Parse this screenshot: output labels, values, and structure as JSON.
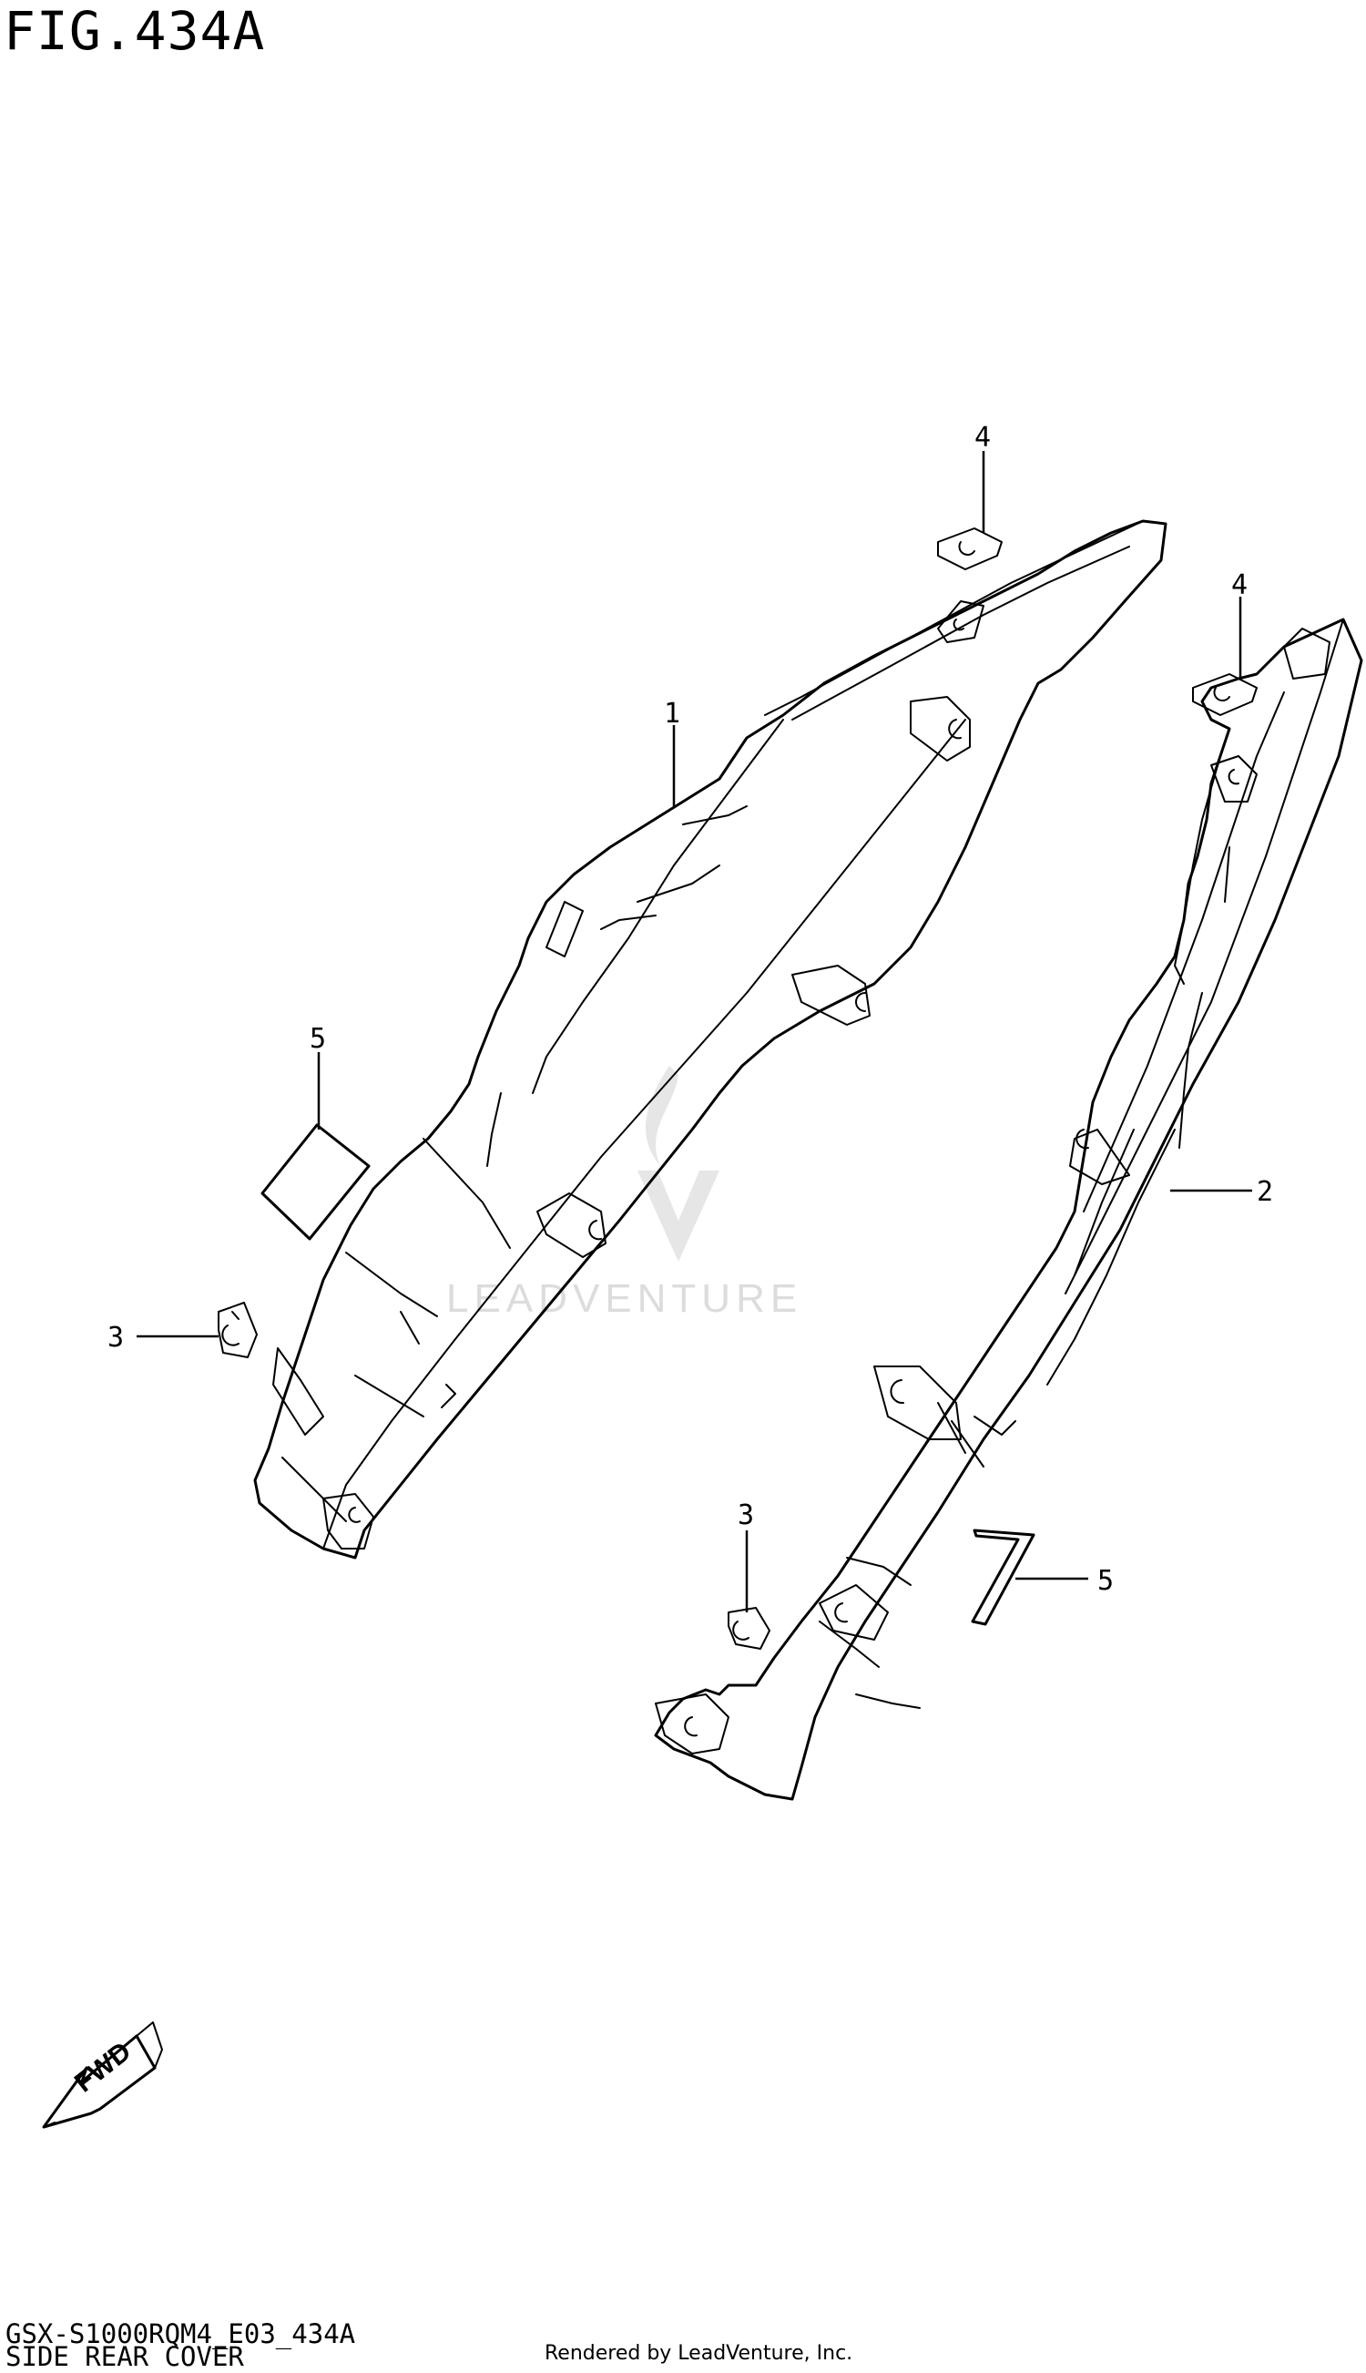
{
  "figure": {
    "title": "FIG.434A"
  },
  "footer": {
    "model_code": "GSX-S1000RQM4_E03_434A",
    "section_name": "SIDE REAR COVER",
    "rendered_by": "Rendered by LeadVenture, Inc."
  },
  "watermark": {
    "text": "LEADVENTURE"
  },
  "direction_badge": {
    "text": "FWD"
  },
  "callouts": {
    "c1": "1",
    "c2": "2",
    "c3a": "3",
    "c3b": "3",
    "c4a": "4",
    "c4b": "4",
    "c5a": "5",
    "c5b": "5"
  }
}
